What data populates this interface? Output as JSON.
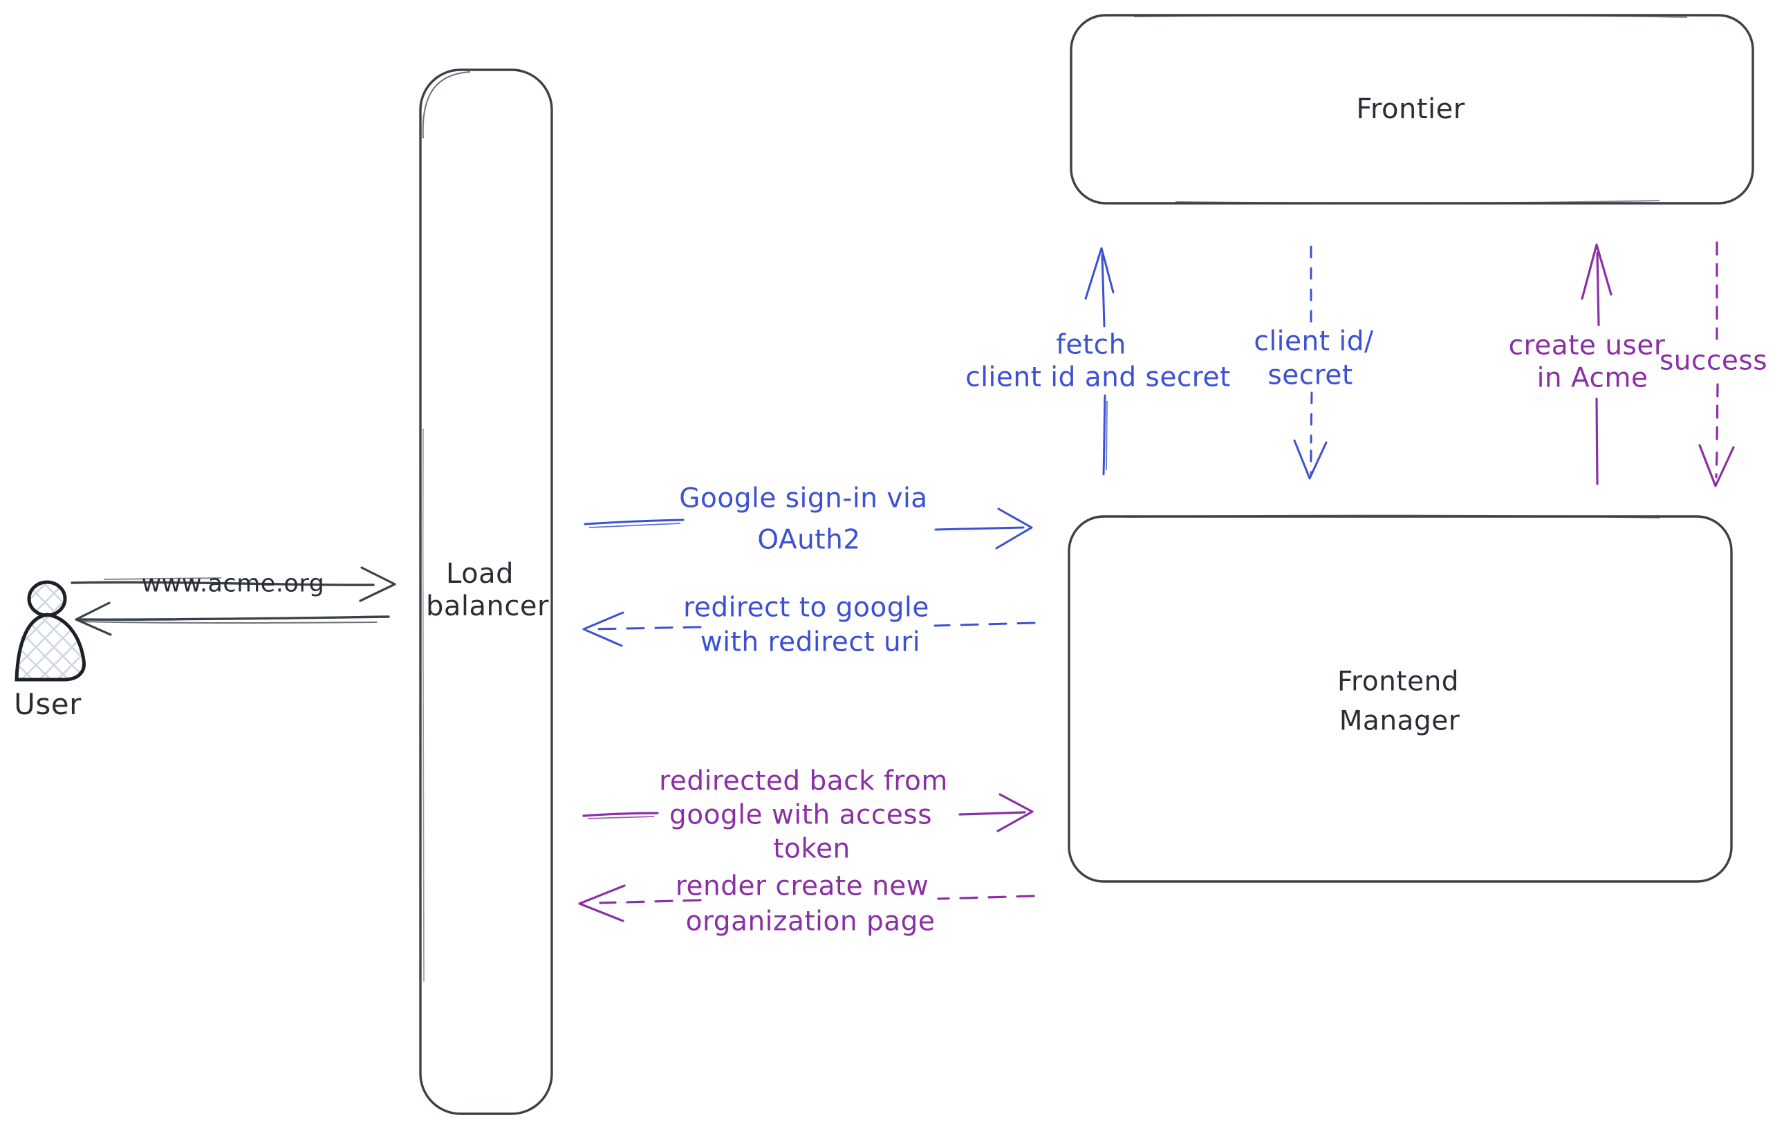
{
  "diagram": {
    "nodes": {
      "user": {
        "label": "User"
      },
      "load_balancer": {
        "lines": [
          "Load",
          "balancer"
        ]
      },
      "frontier": {
        "label": "Frontier"
      },
      "frontend_manager": {
        "lines": [
          "Frontend",
          "Manager"
        ]
      }
    },
    "edges": {
      "acme_request": {
        "from": "user",
        "to": "load_balancer",
        "style": "solid",
        "color": "ink",
        "label": "www.acme.org"
      },
      "acme_response": {
        "from": "load_balancer",
        "to": "user",
        "style": "solid",
        "color": "ink",
        "label": ""
      },
      "google_signin": {
        "from": "load_balancer",
        "to": "frontend_manager",
        "style": "solid",
        "color": "blue",
        "lines": [
          "Google sign-in via",
          "OAuth2"
        ]
      },
      "redirect_to_google": {
        "from": "frontend_manager",
        "to": "load_balancer",
        "style": "dashed",
        "color": "blue",
        "lines": [
          "redirect to google",
          "with redirect uri"
        ]
      },
      "fetch_client": {
        "from": "frontend_manager",
        "to": "frontier",
        "style": "solid",
        "color": "blue",
        "lines": [
          "fetch",
          "client id and secret"
        ]
      },
      "client_id_secret": {
        "from": "frontier",
        "to": "frontend_manager",
        "style": "dashed",
        "color": "blue",
        "lines": [
          "client id/",
          "secret"
        ]
      },
      "create_user": {
        "from": "frontend_manager",
        "to": "frontier",
        "style": "solid",
        "color": "purple",
        "lines": [
          "create user",
          "in Acme"
        ]
      },
      "success": {
        "from": "frontier",
        "to": "frontend_manager",
        "style": "dashed",
        "color": "purple",
        "label": "success"
      },
      "redirected_back": {
        "from": "load_balancer",
        "to": "frontend_manager",
        "style": "solid",
        "color": "purple",
        "lines": [
          "redirected back from",
          "google with access",
          "token"
        ]
      },
      "render_page": {
        "from": "frontend_manager",
        "to": "load_balancer",
        "style": "dashed",
        "color": "purple",
        "lines": [
          "render create new",
          "organization page"
        ]
      }
    },
    "colors": {
      "ink": "#3a4149",
      "ink_dark": "#1d2025",
      "ink_text": "#2a2e34",
      "blue": "#3c50d2",
      "purple": "#8b2fa5",
      "hatch": "#ccd6e0"
    }
  }
}
